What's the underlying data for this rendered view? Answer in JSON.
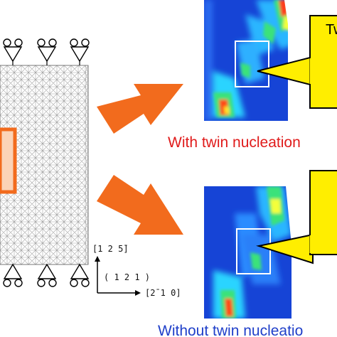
{
  "captions": {
    "top": "With twin nucleation",
    "bottom": "Without twin nucleatio"
  },
  "callout": {
    "top_text": "Tw"
  },
  "axes": {
    "vertical_label": "[1 2 5̄]",
    "plane_label": "( 1 2 1 )",
    "horizontal_label": "[2̄ 1 0]"
  },
  "colors": {
    "arrow": "#f26b1d",
    "mesh_line": "#a8a8a8",
    "highlight_border": "#f26b1d",
    "highlight_fill": "#fbd3b7",
    "contour_base": "#1644d6",
    "callout_fill": "#ffee00",
    "caption_top": "#e01b1b",
    "caption_bottom": "#1f3fc9"
  },
  "icons": {
    "top_supports": "pin-support-icon",
    "bottom_supports": "pin-support-icon"
  }
}
